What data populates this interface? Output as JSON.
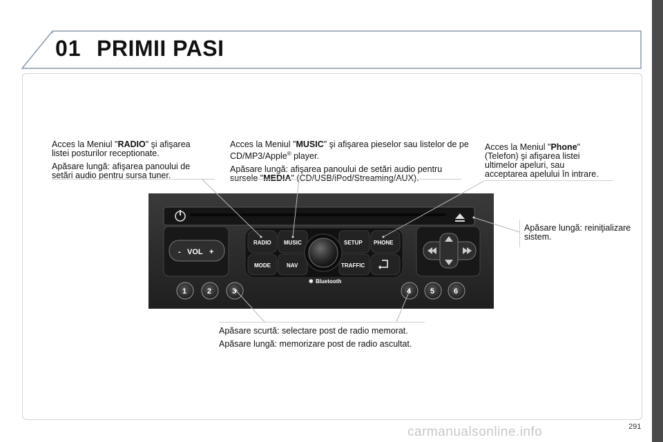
{
  "header": {
    "chapter_number": "01",
    "chapter_title": "PRIMII PASI"
  },
  "annotations": {
    "radio": {
      "p1_pre": "Acces la Meniul \"",
      "p1_bold": "RADIO",
      "p1_post": "\" şi afişarea listei posturilor receptionate.",
      "p2": "Apăsare lungă: afişarea panoului de setări audio pentru sursa tuner."
    },
    "music": {
      "p1_pre": "Acces la Meniul \"",
      "p1_bold": "MUSIC",
      "p1_post": "\" şi afişarea pieselor sau listelor de pe CD/MP3/Apple",
      "p1_sup": "®",
      "p1_end": " player.",
      "p2_pre": "Apăsare lungă: afişarea panoului de setări audio pentru sursele \"",
      "p2_bold": "MEDIA",
      "p2_post": "\" (CD/USB/iPod/Streaming/AUX)."
    },
    "phone": {
      "p1_pre": "Acces la Meniul \"",
      "p1_bold": "Phone",
      "p1_post": "\" (Telefon) şi afişarea listei ultimelor apeluri, sau acceptarea apelului în intrare."
    },
    "reset": {
      "text": "Apăsare lungă: reiniţializare sistem."
    },
    "presets": {
      "short": "Apăsare scurtă: selectare post de radio memorat.",
      "long": "Apăsare lungă: memorizare post de radio ascultat."
    }
  },
  "radio_unit": {
    "buttons": {
      "radio": "RADIO",
      "music": "MUSIC",
      "setup": "SETUP",
      "phone": "PHONE",
      "mode": "MODE",
      "nav": "NAV",
      "traffic": "TRAFFIC",
      "vol": "VOL",
      "vol_minus": "-",
      "vol_plus": "+",
      "bluetooth": "Bluetooth",
      "presets": [
        "1",
        "2",
        "3",
        "4",
        "5",
        "6"
      ]
    }
  },
  "footer": {
    "page_number": "291",
    "watermark": "carmanualsonline.info"
  },
  "colors": {
    "sidebar": "#4a4a4a",
    "unit_body": "#2b2b2b",
    "button": "#1c1c1c",
    "label": "#ffffff"
  }
}
